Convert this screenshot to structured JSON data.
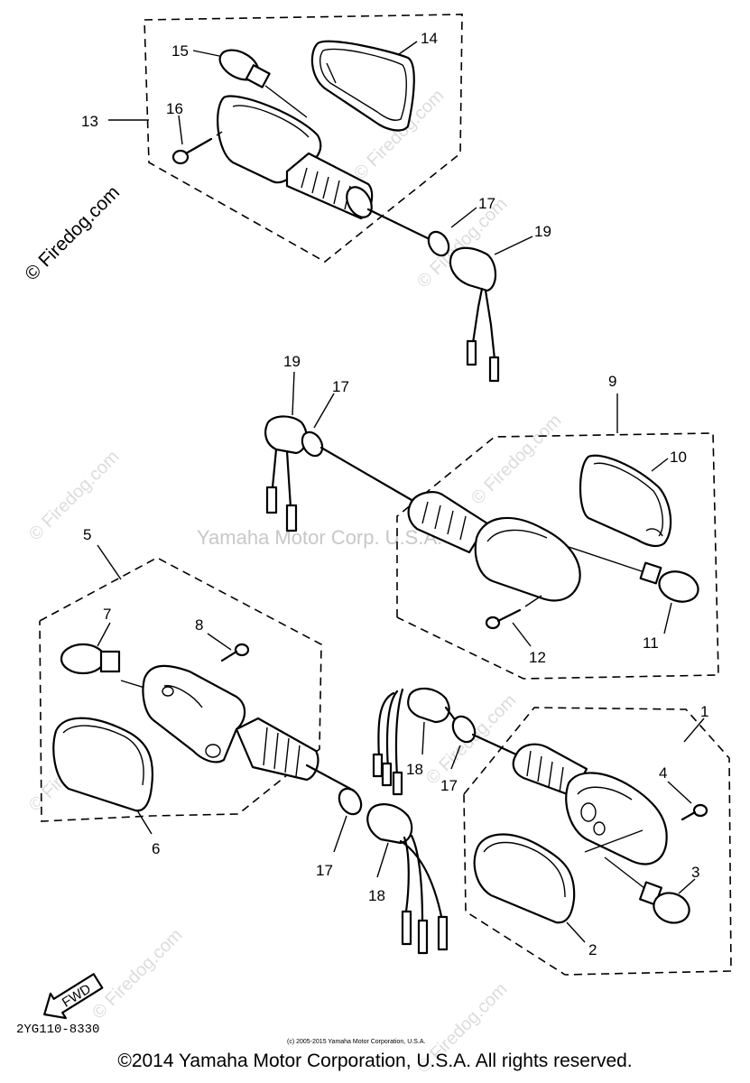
{
  "watermark": {
    "side": "© Firedog.com",
    "ghost": "© Firedog.com",
    "center": "Yamaha Motor Corp. U.S.A."
  },
  "diagram_code": "2YG110-8330",
  "fwd_label": "FWD",
  "small_copyright": "(c) 2005-2015 Yamaha Motor Corporation, U.S.A.",
  "copyright": "©2014 Yamaha Motor Corporation, U.S.A. All rights reserved.",
  "callouts": {
    "n1": "1",
    "n2": "2",
    "n3": "3",
    "n4": "4",
    "n5": "5",
    "n6": "6",
    "n7": "7",
    "n8": "8",
    "n9": "9",
    "n10": "10",
    "n11": "11",
    "n12": "12",
    "n13": "13",
    "n14": "14",
    "n15": "15",
    "n16": "16",
    "n17a": "17",
    "n17b": "17",
    "n17c": "17",
    "n17d": "17",
    "n18a": "18",
    "n18b": "18",
    "n19a": "19",
    "n19b": "19"
  }
}
